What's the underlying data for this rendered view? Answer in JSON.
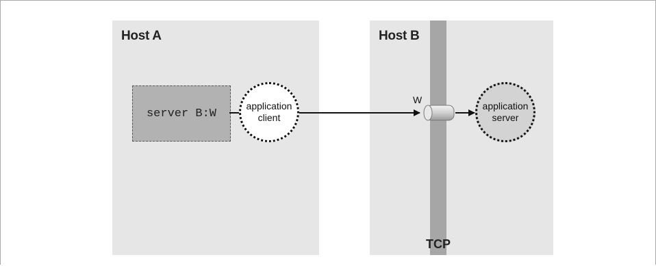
{
  "host_a": {
    "title": "Host A"
  },
  "host_b": {
    "title": "Host B"
  },
  "command": {
    "text": "server B:W"
  },
  "client": {
    "line1": "application",
    "line2": "client"
  },
  "server": {
    "line1": "application",
    "line2": "server"
  },
  "port": {
    "label": "W"
  },
  "tcp": {
    "label": "TCP"
  }
}
